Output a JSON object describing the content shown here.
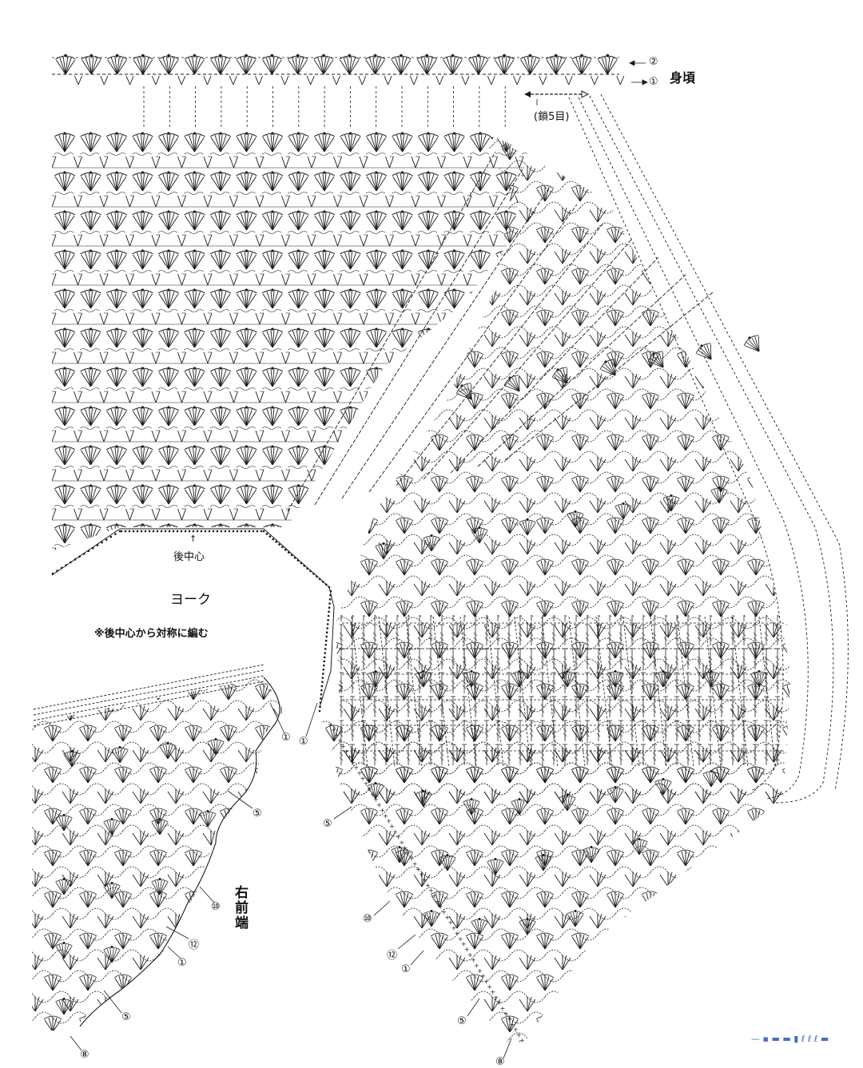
{
  "labels": {
    "body_label": "身頃",
    "chain_note": "(鎖5目)",
    "back_center": "後中心",
    "yoke": "ヨーク",
    "symmetric_note": "※後中心から対称に編む",
    "right_front": "右前端",
    "watermark": "— ▪ ▬ ▬  ▮ ℓ ℓ ℓ ▬"
  },
  "row_markers": {
    "top_2": "②",
    "top_1": "①",
    "yoke_1a": "①",
    "yoke_1b": "①",
    "left_5a": "⑤",
    "left_10": "⑩",
    "left_12": "⑫",
    "left_1": "①",
    "left_5b": "⑤",
    "left_8": "⑧",
    "right_5a": "⑤",
    "right_10": "⑩",
    "right_12": "⑫",
    "right_1": "①",
    "right_5b": "⑤",
    "right_8": "⑧"
  },
  "colors": {
    "ink": "#1a1a1a",
    "paper": "#ffffff"
  }
}
